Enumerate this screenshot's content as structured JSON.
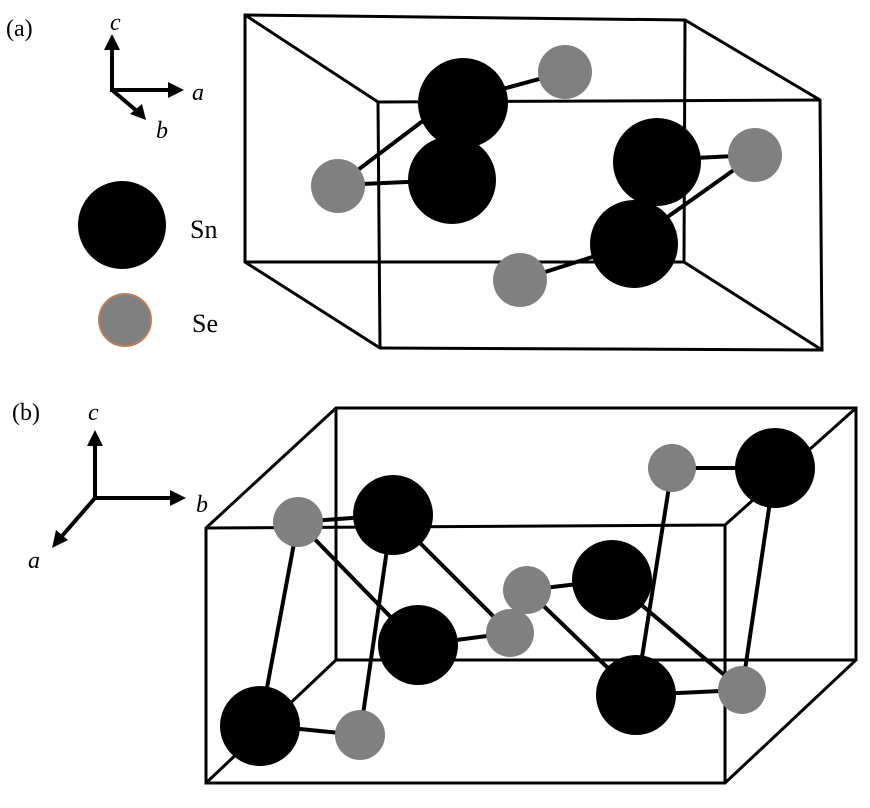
{
  "panels": {
    "a": {
      "label": "(a)",
      "axes": {
        "up": "c",
        "right": "a",
        "diag": "b"
      }
    },
    "b": {
      "label": "(b)",
      "axes": {
        "up": "c",
        "right": "b",
        "diag": "a"
      }
    }
  },
  "legend": {
    "sn_label": "Sn",
    "se_label": "Se"
  },
  "colors": {
    "sn": "#000000",
    "se": "#808080",
    "se_outline": "#b8805a",
    "edge": "#000000",
    "background": "#ffffff"
  }
}
